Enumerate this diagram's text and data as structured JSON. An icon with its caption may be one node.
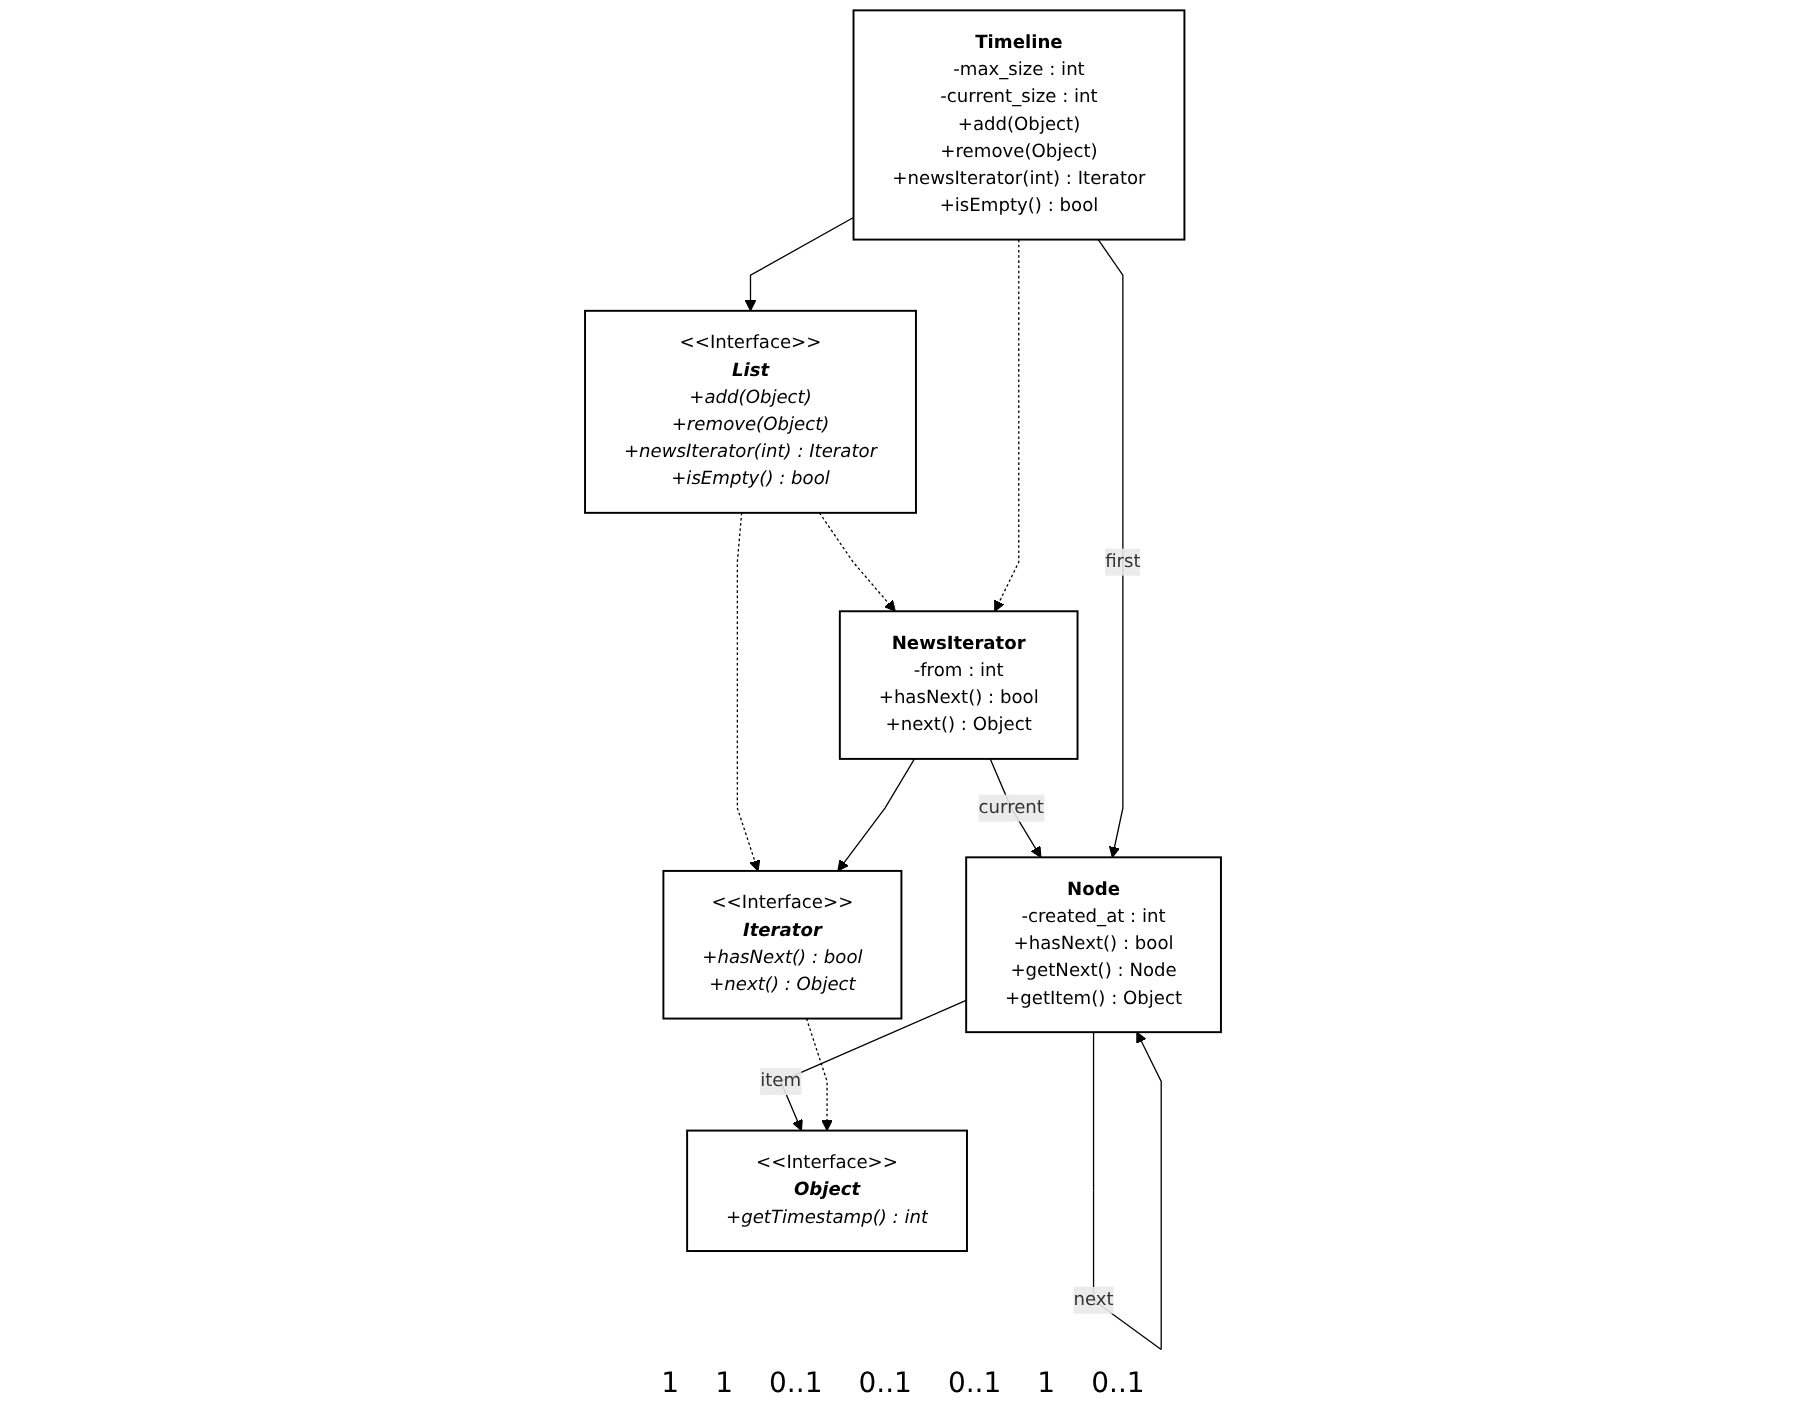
{
  "diagram": {
    "nodes": [
      {
        "text": [
          "<<Interface>>",
          "List",
          "+add(Object)",
          "+remove(Object)",
          "+newsIterator(int) : Iterator",
          "+isEmpty() : bool"
        ]
      },
      {
        "text": [
          "<<Interface>>",
          "Iterator",
          "+hasNext() : bool",
          "+next() : Object"
        ]
      },
      {
        "text": [
          "NewsIterator",
          "-from : int",
          "+hasNext() : bool",
          "+next() : Object"
        ]
      },
      {
        "text": [
          "Timeline",
          "-max_size : int",
          "-current_size : int",
          "+add(Object)",
          "+remove(Object)",
          "+newsIterator(int) : Iterator",
          "+isEmpty() : bool"
        ]
      },
      {
        "text": [
          "Node",
          "-created_at : int",
          "+hasNext() : bool",
          "+getNext() : Node",
          "+getItem() : Object"
        ]
      },
      {
        "text": [
          "<<Interface>>",
          "Object",
          "+getTimestamp() : int"
        ]
      }
    ],
    "edges": [
      {
        "from": 0,
        "to": 1,
        "arrow": "to",
        "style": "dashed"
      },
      {
        "from": 0,
        "to": 2,
        "arrow": "to",
        "style": "dashed"
      },
      {
        "from": 2,
        "to": 1,
        "arrow": "to"
      },
      {
        "from": 3,
        "to": 0,
        "arrow": "to"
      },
      {
        "from": 3,
        "to": 2,
        "arrow": "to",
        "style": "dashed"
      },
      {
        "from": 2,
        "to": 4,
        "arrow": "to",
        "label": "current"
      },
      {
        "from": 3,
        "to": 4,
        "arrow": "to",
        "label": "first"
      },
      {
        "from": 4,
        "to": 4,
        "arrow": "to",
        "label": "next"
      },
      {
        "from": 4,
        "to": 5,
        "arrow": "to",
        "label": "item"
      },
      {
        "from": 1,
        "to": 5,
        "arrow": "to",
        "style": "dashed"
      }
    ],
    "labels": [
      "1",
      "1",
      "0..1",
      "0..1",
      "0..1",
      "1",
      "0..1"
    ]
  }
}
